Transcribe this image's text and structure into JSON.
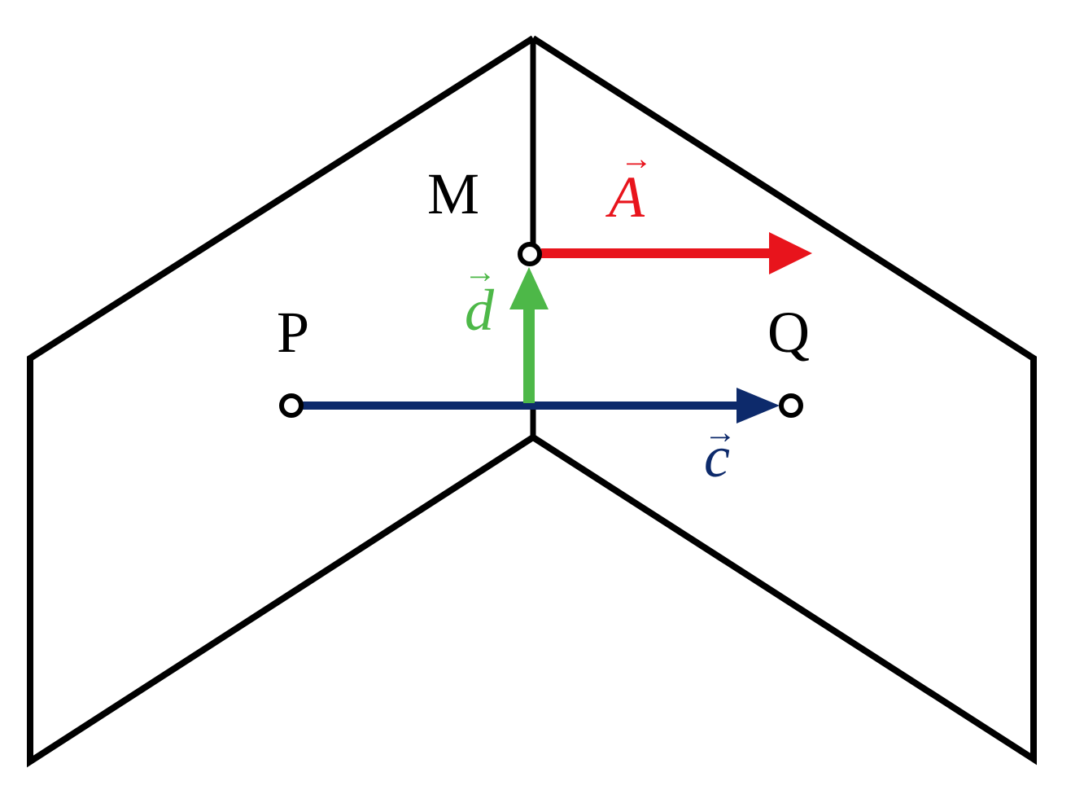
{
  "points": {
    "M": "M",
    "P": "P",
    "Q": "Q"
  },
  "vectors": {
    "A": {
      "symbol": "A",
      "arrow": "→",
      "color": "#e8141c"
    },
    "d": {
      "symbol": "d",
      "arrow": "→",
      "color": "#4db848"
    },
    "c": {
      "symbol": "c",
      "arrow": "→",
      "color": "#0d2a6b"
    }
  },
  "colors": {
    "outline": "#000000",
    "background": "#ffffff"
  }
}
